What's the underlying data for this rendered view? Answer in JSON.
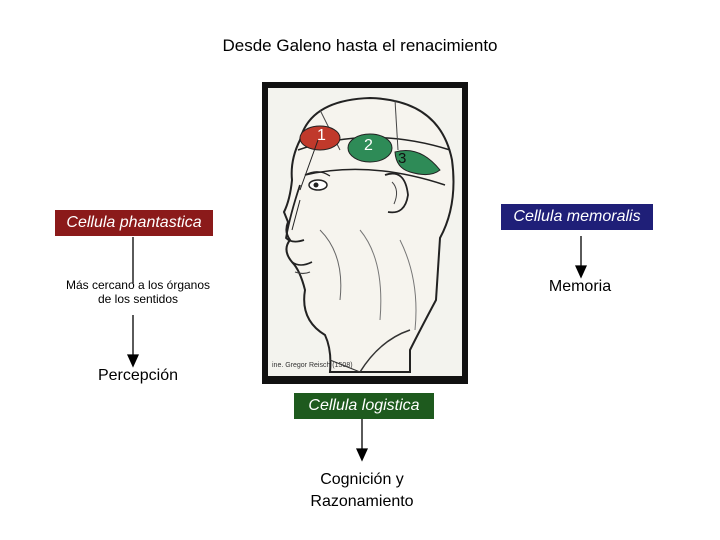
{
  "title": "Desde Galeno hasta el renacimiento",
  "cells": {
    "phantastica": {
      "label": "Cellula phantastica",
      "color": "#8b1a1a"
    },
    "memoralis": {
      "label": "Cellula memoralis",
      "color": "#1f1f78"
    },
    "logistica": {
      "label": "Cellula logistica",
      "color": "#1e5a1e"
    }
  },
  "notes": {
    "senses": "Más cercano a los órganos de los sentidos"
  },
  "outcomes": {
    "perception": "Percepción",
    "memory": "Memoria",
    "cognition_line1": "Cognición y",
    "cognition_line2": "Razonamiento"
  },
  "image": {
    "ventricle_1": "1",
    "ventricle_2": "2",
    "ventricle_3": "3",
    "caption": "ine. Gregor Reisch (1508)",
    "ventricle_colors": [
      "#c0392b",
      "#2e8b57",
      "#2e8b57"
    ]
  }
}
